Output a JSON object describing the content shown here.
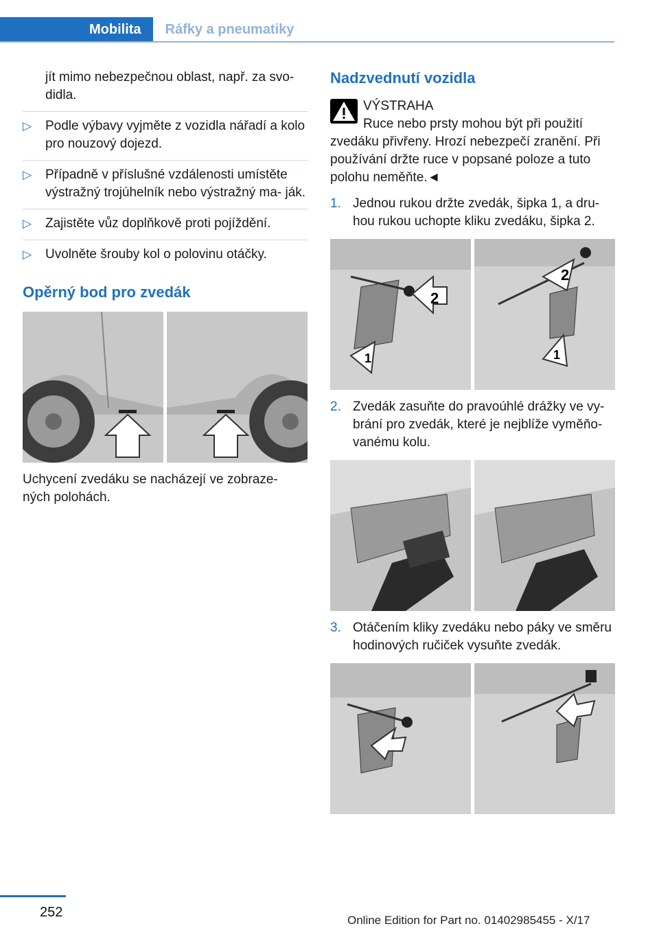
{
  "header": {
    "tab_active": "Mobilita",
    "tab_inactive": "Ráfky a pneumatiky"
  },
  "left": {
    "intro": "jít mimo nebezpečnou oblast, např. za svo‐ didla.",
    "bullet_symbol": "▷",
    "bullets": [
      "Podle výbavy vyjměte z vozidla nářadí a kolo pro nouzový dojezd.",
      "Případně v příslušné vzdálenosti umístěte výstražný trojúhelník nebo výstražný ma‐ ják.",
      "Zajistěte vůz doplňkově proti pojíždění.",
      "Uvolněte šrouby kol o polovinu otáčky."
    ],
    "section_title": "Opěrný bod pro zvedák",
    "caption": "Uchycení zvedáku se nacházejí ve zobraze‐ ných polohách."
  },
  "right": {
    "section_title": "Nadzvednutí vozidla",
    "warning_title": "VÝSTRAHA",
    "warning_text": "Ruce nebo prsty mohou být při použití zvedáku přivřeny. Hrozí nebezpečí zranění. Při používání držte ruce v popsané poloze a tuto polohu neměňte.◄",
    "steps": [
      {
        "num": "1.",
        "text": "Jednou rukou držte zvedák, šipka 1, a dru‐ hou rukou uchopte kliku zvedáku, šipka 2."
      },
      {
        "num": "2.",
        "text": "Zvedák zasuňte do pravoúhlé drážky ve vy‐ brání pro zvedák, které je nejblíže vyměňo‐ vanému kolu."
      },
      {
        "num": "3.",
        "text": "Otáčením kliky zvedáku nebo páky ve směru hodinových ručiček vysuňte zvedák."
      }
    ],
    "arrow_labels": [
      "1",
      "2"
    ]
  },
  "footer": {
    "page_number": "252",
    "edition": "Online Edition for Part no. 01402985455 - X/17"
  },
  "colors": {
    "accent": "#1f70c1",
    "accent_light": "#8fb3dc"
  }
}
